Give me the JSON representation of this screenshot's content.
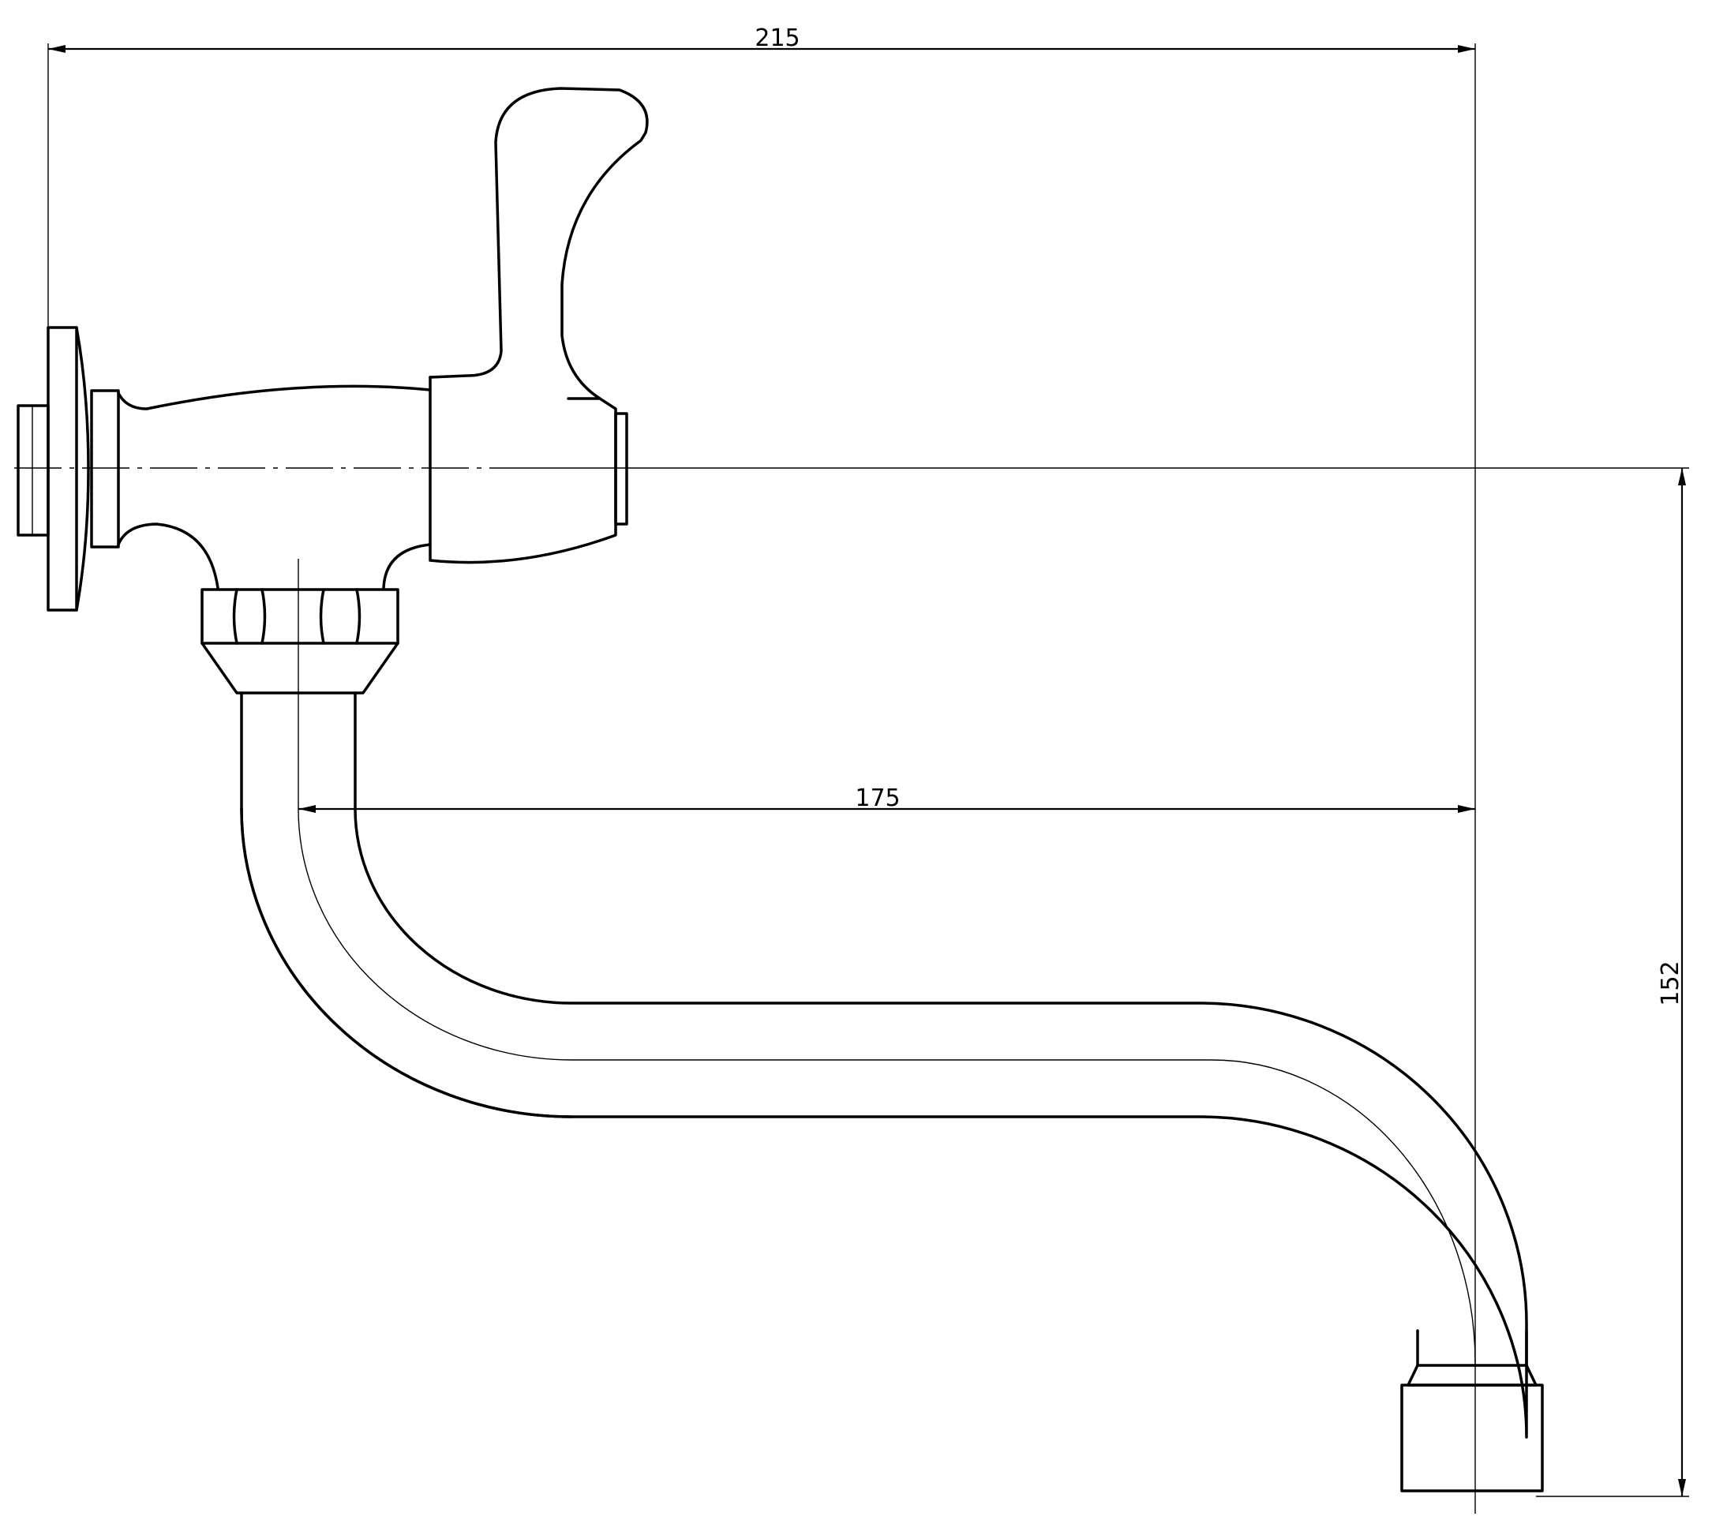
{
  "dimensions": {
    "overall_width": "215",
    "spout_reach": "175",
    "height": "152"
  },
  "colors": {
    "line": "#000000",
    "background": "#ffffff"
  }
}
